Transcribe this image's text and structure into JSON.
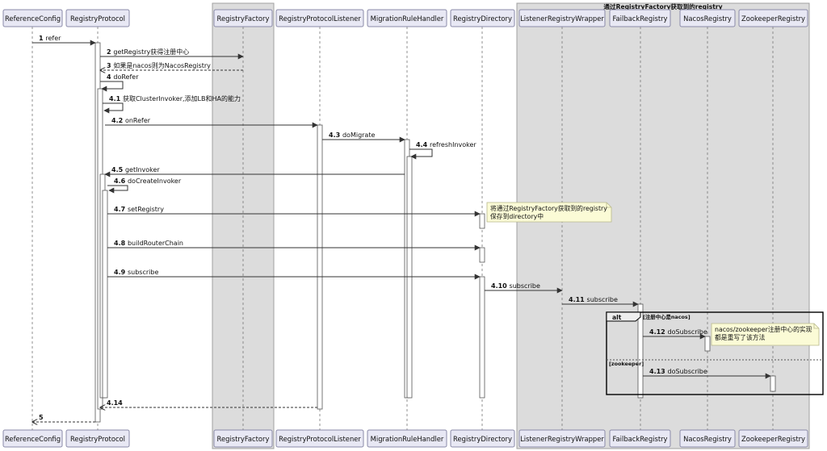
{
  "group_label": "通过RegistryFactory获取到的registry",
  "participants": [
    {
      "id": "ReferenceConfig",
      "label": "ReferenceConfig"
    },
    {
      "id": "RegistryProtocol",
      "label": "RegistryProtocol"
    },
    {
      "id": "RegistryFactory",
      "label": "RegistryFactory"
    },
    {
      "id": "RegistryProtocolListener",
      "label": "RegistryProtocolListener"
    },
    {
      "id": "MigrationRuleHandler",
      "label": "MigrationRuleHandler"
    },
    {
      "id": "RegistryDirectory",
      "label": "RegistryDirectory"
    },
    {
      "id": "ListenerRegistryWrapper",
      "label": "ListenerRegistryWrapper"
    },
    {
      "id": "FailbackRegistry",
      "label": "FailbackRegistry"
    },
    {
      "id": "NacosRegistry",
      "label": "NacosRegistry"
    },
    {
      "id": "ZookeeperRegistry",
      "label": "ZookeeperRegistry"
    }
  ],
  "messages": [
    {
      "num": "1",
      "text": "refer",
      "from": "ReferenceConfig",
      "to": "RegistryProtocol",
      "type": "sync"
    },
    {
      "num": "2",
      "text": "getRegistry获得注册中心",
      "from": "RegistryProtocol",
      "to": "RegistryFactory",
      "type": "sync"
    },
    {
      "num": "3",
      "text": "如果是nacos则为NacosRegistry",
      "from": "RegistryFactory",
      "to": "RegistryProtocol",
      "type": "return"
    },
    {
      "num": "4",
      "text": "doRefer",
      "from": "RegistryProtocol",
      "to": "RegistryProtocol",
      "type": "self"
    },
    {
      "num": "4.1",
      "text": "获取ClusterInvoker,添加LB和HA的能力",
      "from": "RegistryProtocol",
      "to": "RegistryProtocol",
      "type": "self"
    },
    {
      "num": "4.2",
      "text": "onRefer",
      "from": "RegistryProtocol",
      "to": "RegistryProtocolListener",
      "type": "sync"
    },
    {
      "num": "4.3",
      "text": "doMigrate",
      "from": "RegistryProtocolListener",
      "to": "MigrationRuleHandler",
      "type": "sync"
    },
    {
      "num": "4.4",
      "text": "refreshInvoker",
      "from": "MigrationRuleHandler",
      "to": "MigrationRuleHandler",
      "type": "self"
    },
    {
      "num": "4.5",
      "text": "getInvoker",
      "from": "MigrationRuleHandler",
      "to": "RegistryProtocol",
      "type": "sync"
    },
    {
      "num": "4.6",
      "text": "doCreateInvoker",
      "from": "RegistryProtocol",
      "to": "RegistryProtocol",
      "type": "self"
    },
    {
      "num": "4.7",
      "text": "setRegistry",
      "from": "RegistryProtocol",
      "to": "RegistryDirectory",
      "type": "sync"
    },
    {
      "num": "4.8",
      "text": "buildRouterChain",
      "from": "RegistryProtocol",
      "to": "RegistryDirectory",
      "type": "sync"
    },
    {
      "num": "4.9",
      "text": "subscribe",
      "from": "RegistryProtocol",
      "to": "RegistryDirectory",
      "type": "sync"
    },
    {
      "num": "4.10",
      "text": "subscribe",
      "from": "RegistryDirectory",
      "to": "ListenerRegistryWrapper",
      "type": "sync"
    },
    {
      "num": "4.11",
      "text": "subscribe",
      "from": "ListenerRegistryWrapper",
      "to": "FailbackRegistry",
      "type": "sync"
    },
    {
      "num": "4.12",
      "text": "doSubscribe",
      "from": "FailbackRegistry",
      "to": "NacosRegistry",
      "type": "sync"
    },
    {
      "num": "4.13",
      "text": "doSubscribe",
      "from": "FailbackRegistry",
      "to": "ZookeeperRegistry",
      "type": "sync"
    },
    {
      "num": "4.14",
      "text": "",
      "from": "RegistryProtocolListener",
      "to": "RegistryProtocol",
      "type": "return"
    },
    {
      "num": "5",
      "text": "",
      "from": "RegistryProtocol",
      "to": "ReferenceConfig",
      "type": "return"
    }
  ],
  "notes": [
    {
      "id": "note-directory",
      "lines": [
        "将通过RegistryFactory获取到的registry",
        "保存到directory中"
      ]
    },
    {
      "id": "note-nacos",
      "lines": [
        "nacos/zookeeper注册中心的实现",
        "都是重写了该方法"
      ]
    }
  ],
  "alt_fragment": {
    "label": "alt",
    "guard_1": "[注册中心是nacos]",
    "guard_2": "[zookeeper]"
  },
  "colors": {
    "participant_fill": "#e8e8f4",
    "participant_border": "#8a8aa8",
    "group_fill": "#dcdcdc",
    "group_border": "#a0a0a0",
    "note_fill": "#fbfbd6",
    "note_border": "#b8b88a",
    "line": "#333333"
  }
}
